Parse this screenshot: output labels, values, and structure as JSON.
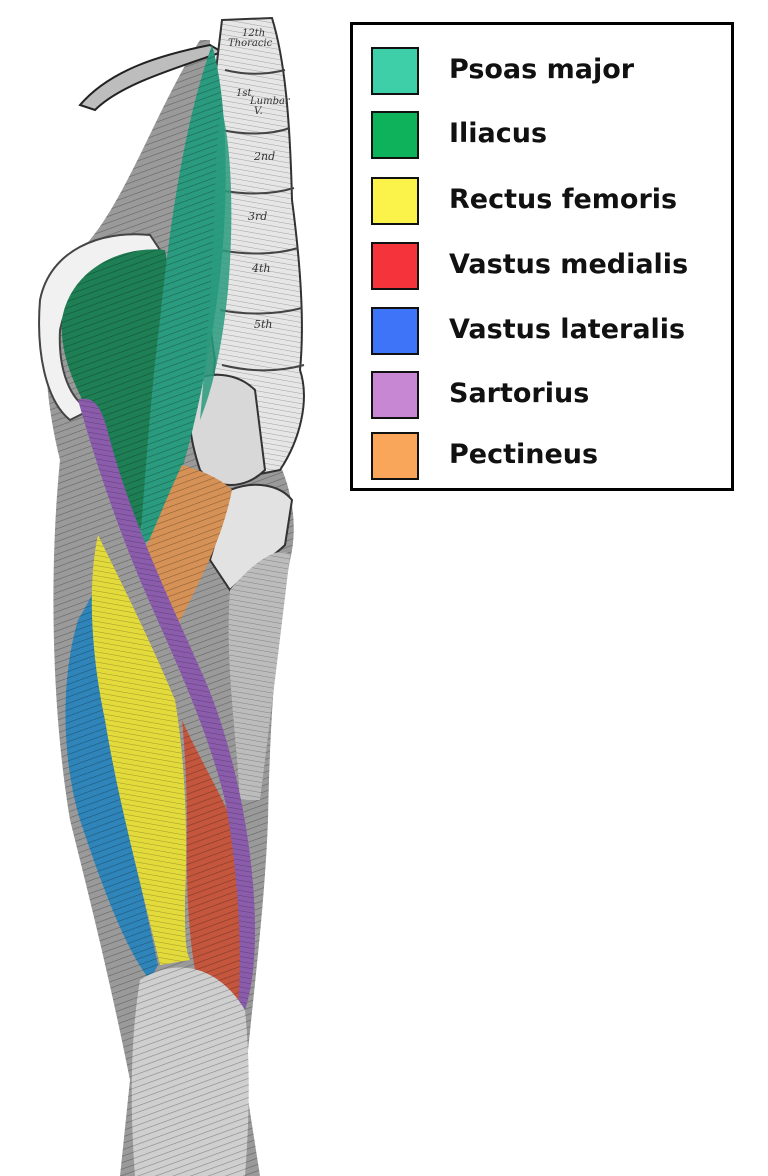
{
  "legend": {
    "items": [
      {
        "label": "Psoas major",
        "color": "#3ecfa8"
      },
      {
        "label": "Iliacus",
        "color": "#0db25a"
      },
      {
        "label": "Rectus femoris",
        "color": "#fbf34a"
      },
      {
        "label": "Vastus medialis",
        "color": "#f4333a"
      },
      {
        "label": "Vastus lateralis",
        "color": "#3e74f8"
      },
      {
        "label": "Sartorius",
        "color": "#c887d2"
      },
      {
        "label": "Pectineus",
        "color": "#f9a65a"
      }
    ]
  },
  "vertebra_labels": [
    "12th",
    "Thoracic",
    "1st",
    "Lumbar",
    "V.",
    "2nd",
    "3rd",
    "4th",
    "5th"
  ],
  "muscle_colors": {
    "psoas": "#2a9b7e",
    "iliacus": "#1e7f55",
    "rectus": "#e3da3c",
    "vastus_medialis": "#c4563d",
    "vastus_lateralis": "#2f85b9",
    "sartorius": "#8a5cab",
    "pectineus": "#d69256",
    "bone": "#e6e6e6",
    "tissue": "#8f8f8f"
  }
}
